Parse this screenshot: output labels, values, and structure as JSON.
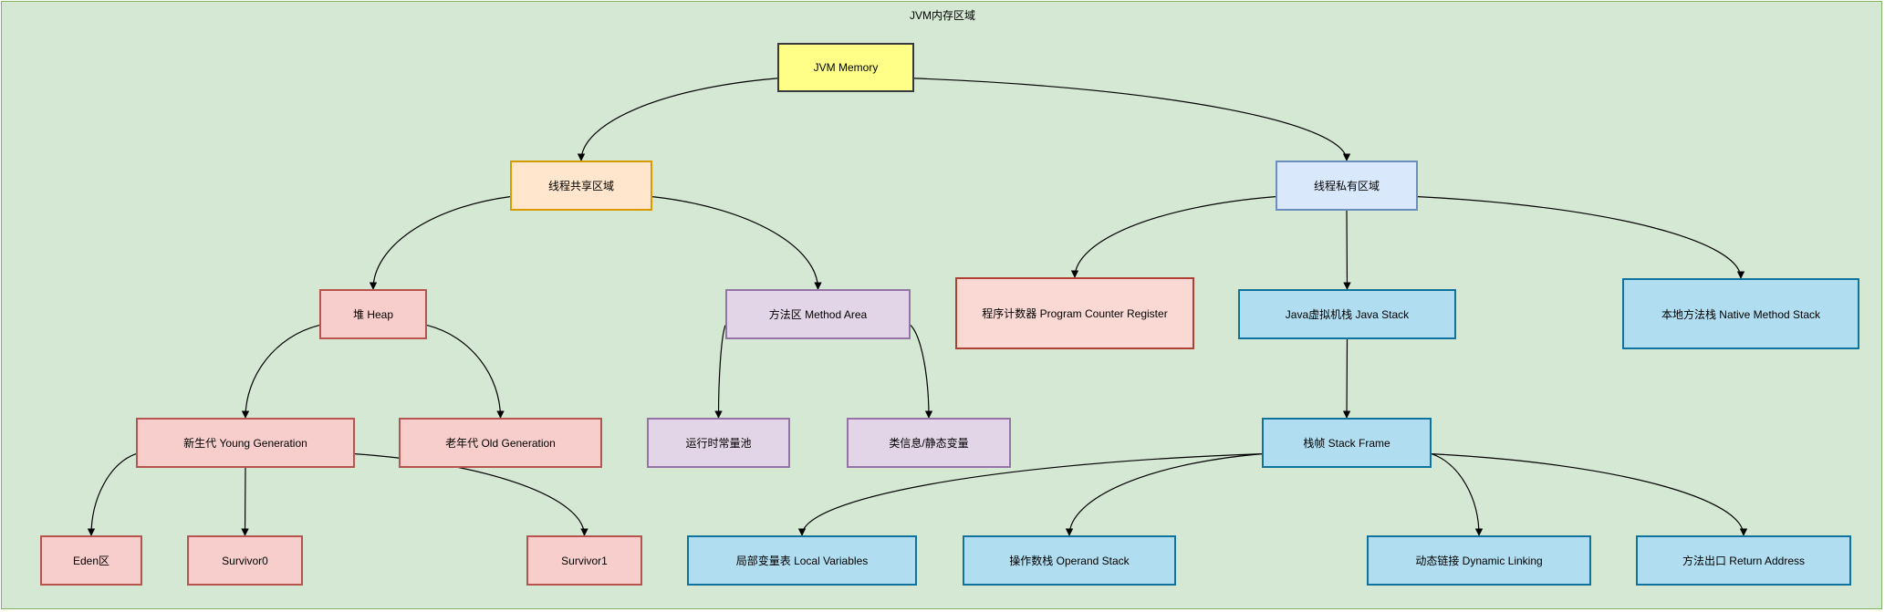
{
  "diagram": {
    "title": "JVM内存区域",
    "nodes": {
      "jvm_memory": "JVM Memory",
      "shared": "线程共享区域",
      "private": "线程私有区域",
      "heap": "堆 Heap",
      "method_area": "方法区 Method Area",
      "pc_register": "程序计数器 Program Counter Register",
      "java_stack": "Java虚拟机栈 Java Stack",
      "native_stack": "本地方法栈 Native Method Stack",
      "young_gen": "新生代 Young Generation",
      "old_gen": "老年代 Old Generation",
      "runtime_pool": "运行时常量池",
      "class_info": "类信息/静态变量",
      "stack_frame": "栈帧 Stack Frame",
      "eden": "Eden区",
      "survivor0": "Survivor0",
      "survivor1": "Survivor1",
      "local_vars": "局部变量表 Local Variables",
      "operand_stack": "操作数栈 Operand Stack",
      "dynamic_linking": "动态链接 Dynamic Linking",
      "return_address": "方法出口 Return Address"
    },
    "edges": [
      [
        "jvm_memory",
        "shared"
      ],
      [
        "jvm_memory",
        "private"
      ],
      [
        "shared",
        "heap"
      ],
      [
        "shared",
        "method_area"
      ],
      [
        "private",
        "pc_register"
      ],
      [
        "private",
        "java_stack"
      ],
      [
        "private",
        "native_stack"
      ],
      [
        "heap",
        "young_gen"
      ],
      [
        "heap",
        "old_gen"
      ],
      [
        "method_area",
        "runtime_pool"
      ],
      [
        "method_area",
        "class_info"
      ],
      [
        "java_stack",
        "stack_frame"
      ],
      [
        "young_gen",
        "eden"
      ],
      [
        "young_gen",
        "survivor0"
      ],
      [
        "young_gen",
        "survivor1"
      ],
      [
        "stack_frame",
        "local_vars"
      ],
      [
        "stack_frame",
        "operand_stack"
      ],
      [
        "stack_frame",
        "dynamic_linking"
      ],
      [
        "stack_frame",
        "return_address"
      ]
    ],
    "colors": {
      "background": "#d5e8d4",
      "border": "#82b366",
      "root_fill": "#ffff88",
      "shared_fill": "#ffe6cc",
      "private_fill": "#dae8fc",
      "heap_fill": "#f8cecc",
      "method_fill": "#e1d5e7",
      "pc_fill": "#fad9d5",
      "stack_fill": "#b1ddf0"
    }
  }
}
